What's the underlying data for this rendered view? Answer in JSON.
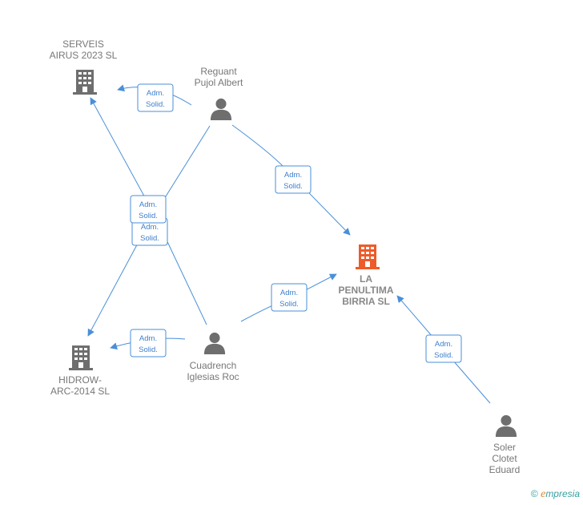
{
  "nodes": {
    "serveis": {
      "type": "company",
      "color": "#6e6e6e",
      "lines": [
        "SERVEIS",
        "AIRUS 2023  SL"
      ]
    },
    "penultima": {
      "type": "company",
      "color": "#ee5a2a",
      "lines": [
        "LA",
        "PENULTIMA",
        "BIRRIA  SL"
      ]
    },
    "hidrow": {
      "type": "company",
      "color": "#6e6e6e",
      "lines": [
        "HIDROW-",
        "ARC-2014  SL"
      ]
    },
    "reguant": {
      "type": "person",
      "color": "#6e6e6e",
      "lines": [
        "Reguant",
        "Pujol Albert"
      ]
    },
    "cuadrench": {
      "type": "person",
      "color": "#6e6e6e",
      "lines": [
        "Cuadrench",
        "Iglesias Roc"
      ]
    },
    "soler": {
      "type": "person",
      "color": "#6e6e6e",
      "lines": [
        "Soler",
        "Clotet",
        "Eduard"
      ]
    }
  },
  "edges": [
    {
      "id": "reguant-serveis",
      "from": "reguant",
      "to": "serveis",
      "label": [
        "Adm.",
        "Solid."
      ]
    },
    {
      "id": "reguant-penultima",
      "from": "reguant",
      "to": "penultima",
      "label": [
        "Adm.",
        "Solid."
      ]
    },
    {
      "id": "reguant-hidrow",
      "from": "reguant",
      "to": "hidrow",
      "label": [
        "Adm.",
        "Solid."
      ]
    },
    {
      "id": "cuadrench-serveis",
      "from": "cuadrench",
      "to": "serveis",
      "label": [
        "Adm.",
        "Solid."
      ]
    },
    {
      "id": "cuadrench-penultima",
      "from": "cuadrench",
      "to": "penultima",
      "label": [
        "Adm.",
        "Solid."
      ]
    },
    {
      "id": "cuadrench-hidrow",
      "from": "cuadrench",
      "to": "hidrow",
      "label": [
        "Adm.",
        "Solid."
      ]
    },
    {
      "id": "soler-penultima",
      "from": "soler",
      "to": "penultima",
      "label": [
        "Adm.",
        "Solid."
      ]
    }
  ],
  "watermark": {
    "copyright": "©",
    "brand_initial": "e",
    "brand_rest": "mpresia"
  },
  "colors": {
    "edge": "#4a8fd8",
    "edge_text": "#3d7fcc",
    "node_gray": "#6e6e6e",
    "highlight": "#ee5a2a"
  }
}
